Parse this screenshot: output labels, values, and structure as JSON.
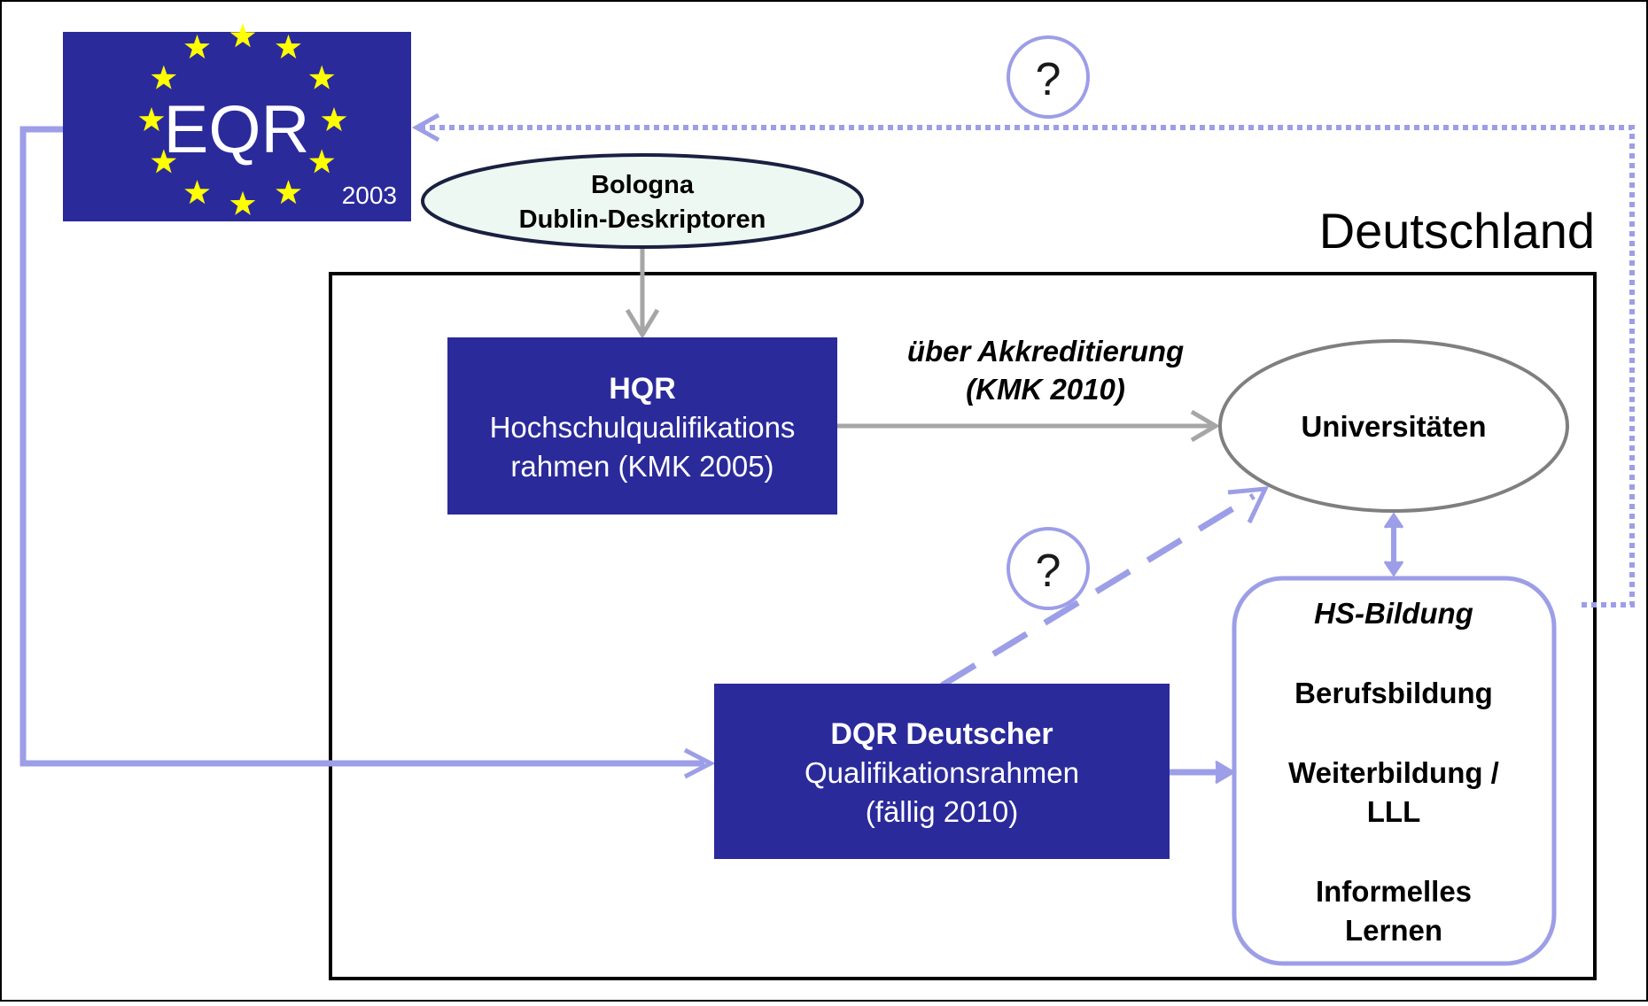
{
  "eqr": {
    "title": "EQR",
    "year": "2003",
    "flag_color": "#2b2a9b",
    "star_color": "#ffff00"
  },
  "bologna": {
    "line1": "Bologna",
    "line2": "Dublin-Deskriptoren"
  },
  "germany_label": "Deutschland",
  "hqr": {
    "title": "HQR",
    "line1": "Hochschulqualifikations",
    "line2": "rahmen (KMK 2005)"
  },
  "accreditation": {
    "line1": "über Akkreditierung",
    "line2": "(KMK 2010)"
  },
  "universities": "Universitäten",
  "question_mark": "?",
  "dqr": {
    "title": "DQR Deutscher",
    "line1": "Qualifikationsrahmen",
    "line2": "(fällig 2010)"
  },
  "education_box": {
    "hs": "HS-Bildung",
    "berufs": "Berufsbildung",
    "weiter1": "Weiterbildung /",
    "weiter2": "LLL",
    "informell1": "Informelles",
    "informell2": "Lernen"
  },
  "colors": {
    "box_blue": "#2b2a9b",
    "lavender": "#9d9ee8",
    "gray_arrow": "#a6a6a6",
    "ellipse_fill": "#eef8f2"
  }
}
